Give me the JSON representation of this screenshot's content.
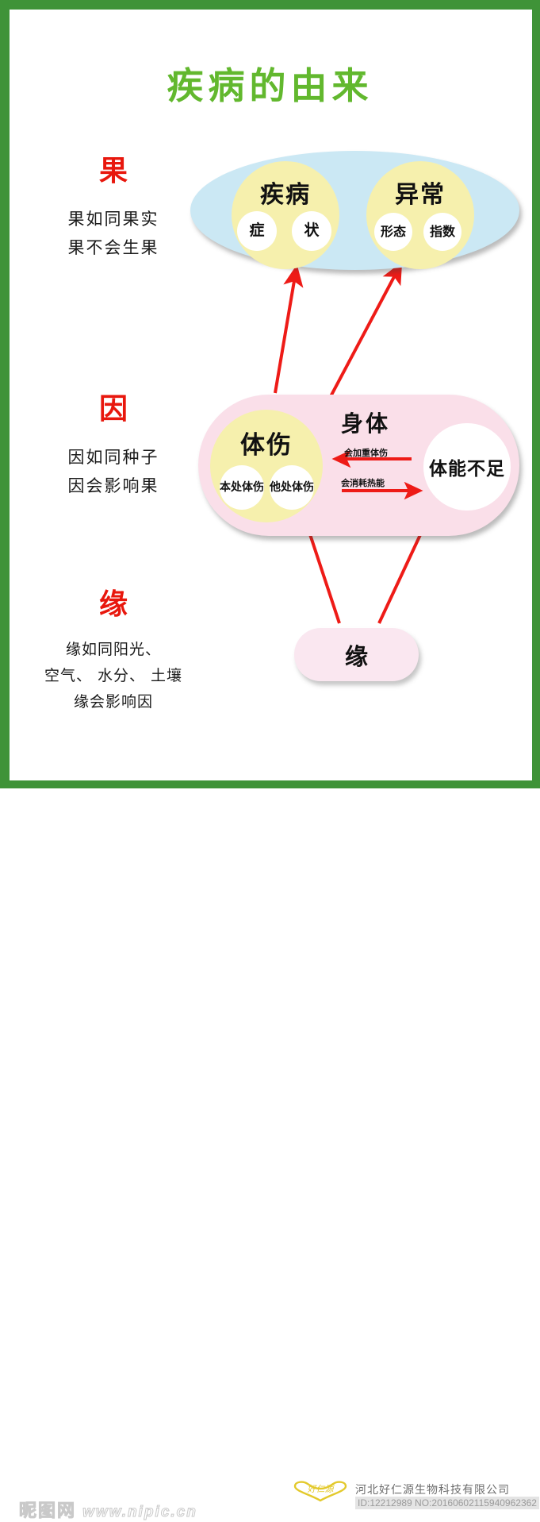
{
  "poster": {
    "title": "疾病的由来",
    "title_color": "#62b82e",
    "frame_color": "#3f9338",
    "background": "#ffffff"
  },
  "sections": [
    {
      "key": "effect",
      "char": "果",
      "char_color": "#e8170d",
      "lines": [
        "果如同果实",
        "果不会生果"
      ]
    },
    {
      "key": "cause",
      "char": "因",
      "char_color": "#e8170d",
      "lines": [
        "因如同种子",
        "因会影响果"
      ]
    },
    {
      "key": "condition",
      "char": "缘",
      "char_color": "#e8170d",
      "lines": [
        "缘如同阳光、",
        "空气、 水分、 土壤",
        "缘会影响因"
      ]
    }
  ],
  "diagram": {
    "effect_ellipse": {
      "fill": "#cbe8f4",
      "groups": [
        {
          "label": "疾病",
          "fill": "#f6f0ad",
          "items": [
            "症",
            "状"
          ]
        },
        {
          "label": "异常",
          "fill": "#f6f0ad",
          "items": [
            "形态",
            "指数"
          ]
        }
      ]
    },
    "body_rect": {
      "label": "身体",
      "fill": "#fadfe9",
      "injury": {
        "label": "体伤",
        "fill": "#f6f0ad",
        "items": [
          "本处体伤",
          "他处体伤"
        ]
      },
      "deficiency": {
        "label": "体能不足",
        "fill": "#ffffff"
      },
      "arrows": [
        {
          "label": "会加重体伤",
          "direction": "left",
          "color": "#e8170d"
        },
        {
          "label": "会消耗热能",
          "direction": "right",
          "color": "#e8170d"
        }
      ]
    },
    "condition_box": {
      "label": "缘",
      "fill": "#fae7f0"
    },
    "flow_arrow_color": "#ee1b17"
  },
  "footer": {
    "company": "河北好仁源生物科技有限公司",
    "id_text": "ID:12212989 NO:20160602115940962362",
    "watermark_name": "昵图网",
    "watermark_url": "www.nipic.cn"
  }
}
